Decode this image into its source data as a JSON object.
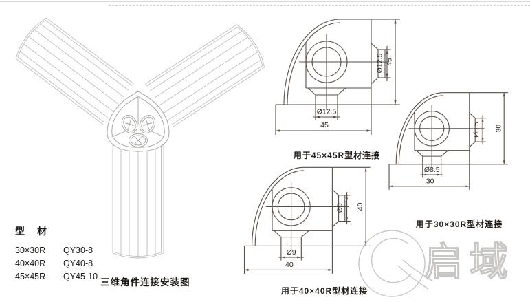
{
  "colors": {
    "drawing_stroke": "#5a4e44",
    "dim_text": "#2e261e",
    "iso_stroke": "#c0bdb9",
    "connector_stroke": "#a8a5a1",
    "watermark": "#c9c7c4"
  },
  "profile_table": {
    "title": "型　材",
    "rows": [
      {
        "size": "30×30R",
        "model": "QY30-8"
      },
      {
        "size": "40×40R",
        "model": "QY40-8"
      },
      {
        "size": "45×45R",
        "model": "QY45-10"
      }
    ],
    "caption": "三维角件连接安装图"
  },
  "drawings": [
    {
      "diameter_label": "Ø12.5",
      "size_label": "45",
      "caption": "用于45×45R型材连接"
    },
    {
      "diameter_label": "Ø8.5",
      "size_label": "30",
      "caption": "用于30×30R型材连接"
    },
    {
      "diameter_label": "Ø9",
      "size_label": "40",
      "caption": "用于40×40R型材连接"
    }
  ],
  "watermark": {
    "text": "启域"
  }
}
